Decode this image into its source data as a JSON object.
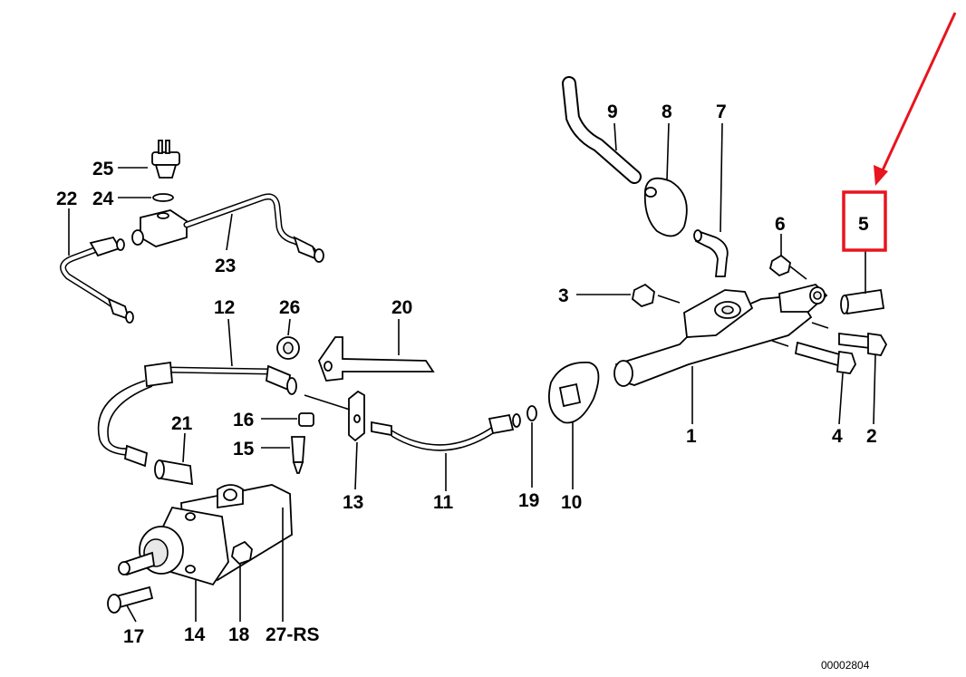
{
  "highlight_color": "#e8141e",
  "catalog_number": "00002804",
  "parts": {
    "p1": "1",
    "p2": "2",
    "p3": "3",
    "p4": "4",
    "p5": "5",
    "p6": "6",
    "p7": "7",
    "p8": "8",
    "p9": "9",
    "p10": "10",
    "p11": "11",
    "p12": "12",
    "p13": "13",
    "p14": "14",
    "p15": "15",
    "p16": "16",
    "p17": "17",
    "p18": "18",
    "p19": "19",
    "p20": "20",
    "p21": "21",
    "p22": "22",
    "p23": "23",
    "p24": "24",
    "p25": "25",
    "p26": "26",
    "p27": "27-RS"
  }
}
